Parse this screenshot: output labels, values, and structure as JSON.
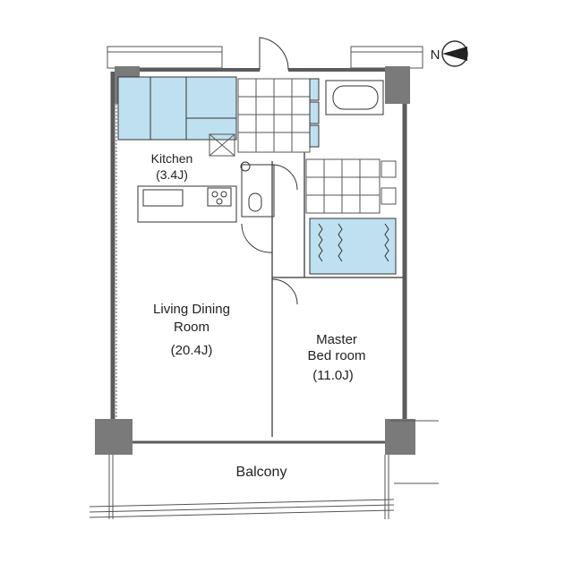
{
  "compass": {
    "north_label": "N"
  },
  "rooms": {
    "kitchen": {
      "name": "Kitchen",
      "size": "(3.4J)"
    },
    "living": {
      "name_line1": "Living Dining",
      "name_line2": "Room",
      "size": "(20.4J)"
    },
    "master": {
      "name_line1": "Master",
      "name_line2": "Bed room",
      "size": "(11.0J)"
    },
    "balcony": {
      "name": "Balcony"
    }
  },
  "colors": {
    "wall": "#5b5b5b",
    "column": "#7a7a7a",
    "fixture_fill": "#bfe0f0",
    "line": "#333333"
  }
}
